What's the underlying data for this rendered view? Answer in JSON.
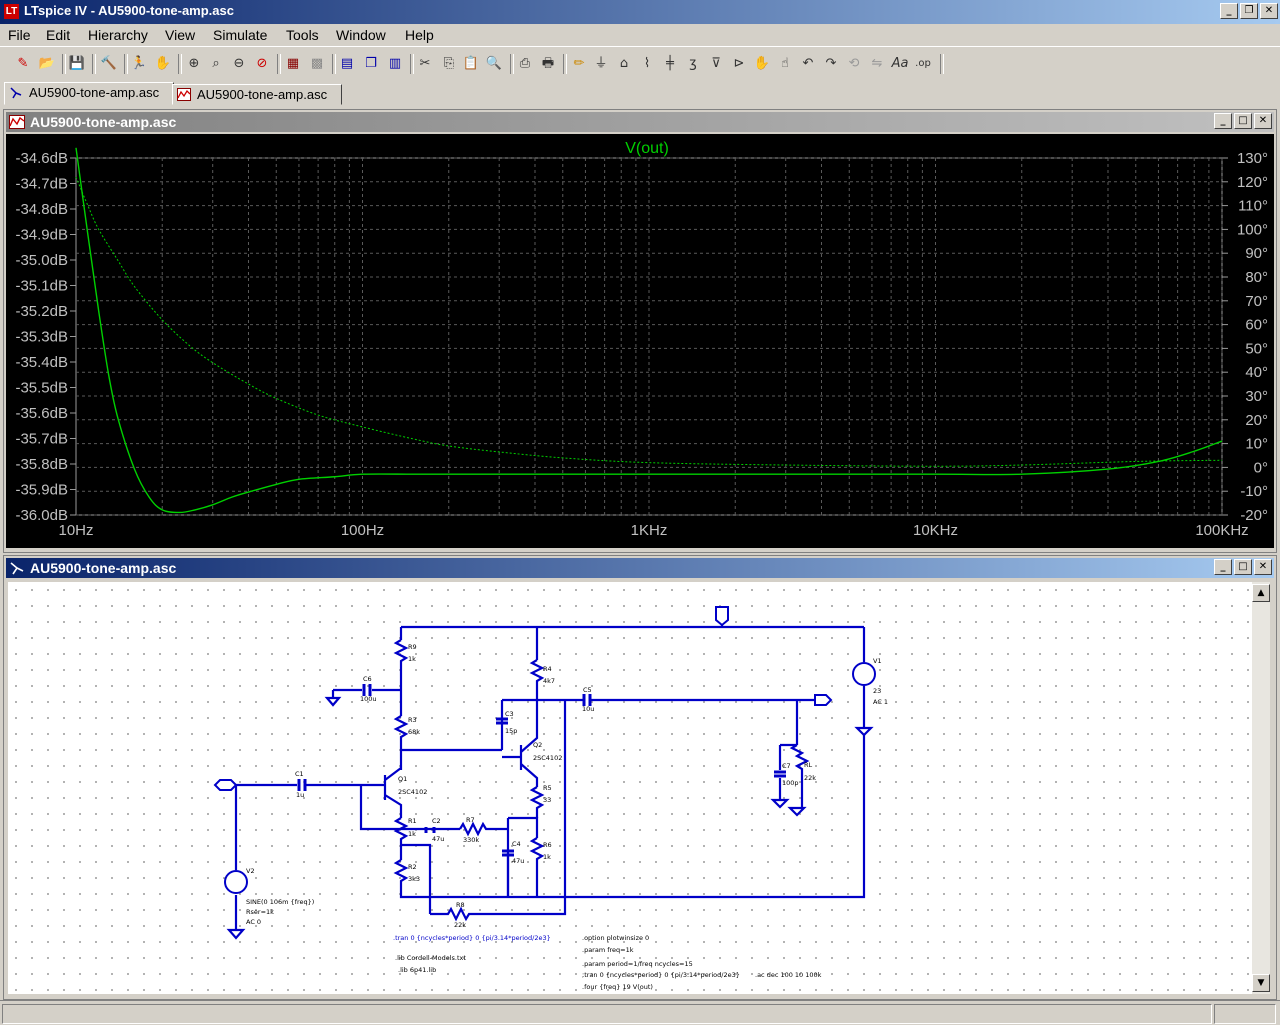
{
  "app": {
    "title": "LTspice IV - AU5900-tone-amp.asc",
    "icon": "ltspice-logo-icon"
  },
  "menu": [
    "File",
    "Edit",
    "Hierarchy",
    "View",
    "Simulate",
    "Tools",
    "Window",
    "Help"
  ],
  "tabs": [
    {
      "label": "AU5900-tone-amp.asc",
      "icon": "schematic-icon",
      "active": true
    },
    {
      "label": "AU5900-tone-amp.asc",
      "icon": "waveform-icon",
      "active": false
    }
  ],
  "plot_window": {
    "title": "AU5900-tone-amp.asc",
    "icon": "waveform-icon"
  },
  "schematic_window": {
    "title": "AU5900-tone-amp.asc",
    "icon": "schematic-icon"
  },
  "colors": {
    "trace": "#00d000",
    "grid": "#5a5a5a",
    "wire": "#0000c8",
    "plot_bg": "#000000",
    "text": "#c0c0c0"
  },
  "chart_data": {
    "type": "line",
    "title": "V(out)",
    "x_scale": "log",
    "xlim": [
      10,
      100000
    ],
    "x_ticks": [
      "10Hz",
      "100Hz",
      "1KHz",
      "10KHz",
      "100KHz"
    ],
    "y_left_ticks": [
      "-34.6dB",
      "-34.7dB",
      "-34.8dB",
      "-34.9dB",
      "-35.0dB",
      "-35.1dB",
      "-35.2dB",
      "-35.3dB",
      "-35.4dB",
      "-35.5dB",
      "-35.6dB",
      "-35.7dB",
      "-35.8dB",
      "-35.9dB",
      "-36.0dB"
    ],
    "y_right_ticks": [
      "130°",
      "120°",
      "110°",
      "100°",
      "90°",
      "80°",
      "70°",
      "60°",
      "50°",
      "40°",
      "30°",
      "20°",
      "10°",
      "0°",
      "-10°",
      "-20°"
    ],
    "ylim_left": [
      -36.0,
      -34.6
    ],
    "ylim_right": [
      -20,
      130
    ],
    "grid": true,
    "series": [
      {
        "name": "V(out)",
        "style": "solid",
        "axis": "left",
        "x": [
          10,
          11,
          12,
          13,
          14,
          16,
          18,
          20,
          23,
          26,
          30,
          35,
          40,
          50,
          60,
          80,
          100,
          150,
          200,
          400,
          1000,
          3000,
          10000,
          20000,
          40000,
          60000,
          80000,
          100000
        ],
        "y": [
          -34.56,
          -34.9,
          -35.2,
          -35.45,
          -35.62,
          -35.82,
          -35.93,
          -35.98,
          -35.99,
          -35.98,
          -35.96,
          -35.93,
          -35.91,
          -35.88,
          -35.86,
          -35.85,
          -35.84,
          -35.84,
          -35.84,
          -35.84,
          -35.84,
          -35.84,
          -35.84,
          -35.84,
          -35.82,
          -35.79,
          -35.75,
          -35.71
        ]
      },
      {
        "name": "phase",
        "style": "dashed",
        "axis": "right",
        "x": [
          10,
          11,
          12,
          14,
          16,
          20,
          25,
          30,
          40,
          50,
          70,
          100,
          150,
          200,
          300,
          500,
          1000,
          3000,
          10000,
          20000,
          50000,
          100000
        ],
        "y": [
          122,
          110,
          100,
          87,
          76,
          62,
          51,
          44,
          35,
          29,
          22,
          17,
          12,
          9,
          6.5,
          4,
          2,
          1,
          0.5,
          1,
          2.5,
          3
        ]
      }
    ]
  },
  "schematic": {
    "components": [
      {
        "ref": "R9",
        "value": "1k"
      },
      {
        "ref": "C6",
        "value": "100u"
      },
      {
        "ref": "R3",
        "value": "68k"
      },
      {
        "ref": "R4",
        "value": "4k7"
      },
      {
        "ref": "C5",
        "value": "10u"
      },
      {
        "ref": "C3",
        "value": "15p"
      },
      {
        "ref": "Q2",
        "value": "2SC4102"
      },
      {
        "ref": "Q1",
        "value": "2SC4102"
      },
      {
        "ref": "C1",
        "value": "1u"
      },
      {
        "ref": "R5",
        "value": "33"
      },
      {
        "ref": "R1",
        "value": "1k"
      },
      {
        "ref": "C2",
        "value": "47u"
      },
      {
        "ref": "R7",
        "value": "330k"
      },
      {
        "ref": "C4",
        "value": "47u"
      },
      {
        "ref": "R6",
        "value": "1k"
      },
      {
        "ref": "R2",
        "value": "3k3"
      },
      {
        "ref": "R8",
        "value": "22k"
      },
      {
        "ref": "RL",
        "value": "22k"
      },
      {
        "ref": "C7",
        "value": "100p"
      },
      {
        "ref": "V1",
        "value": "23"
      },
      {
        "ref": "V2",
        "value": "SINE(0 106m {freq})"
      }
    ],
    "v1_extra": "AC 1",
    "v2_extra": [
      "Rser=1k",
      "AC 0"
    ],
    "directives_left": [
      ".tran 0 {ncycles*period} 0 {pi/3.14*period/2e3}",
      ".lib Cordell-Models.txt",
      ".lib 6p41.lib"
    ],
    "directives_right": [
      ".option plotwinsize 0",
      ".param freq=1k",
      ".param period=1/freq ncycles=15",
      ";tran 0 {ncycles*period} 0 {pi/3.14*period/2e3}",
      ".ac dec 100 10 100k",
      ".four {freq} 19 V(out)"
    ]
  }
}
